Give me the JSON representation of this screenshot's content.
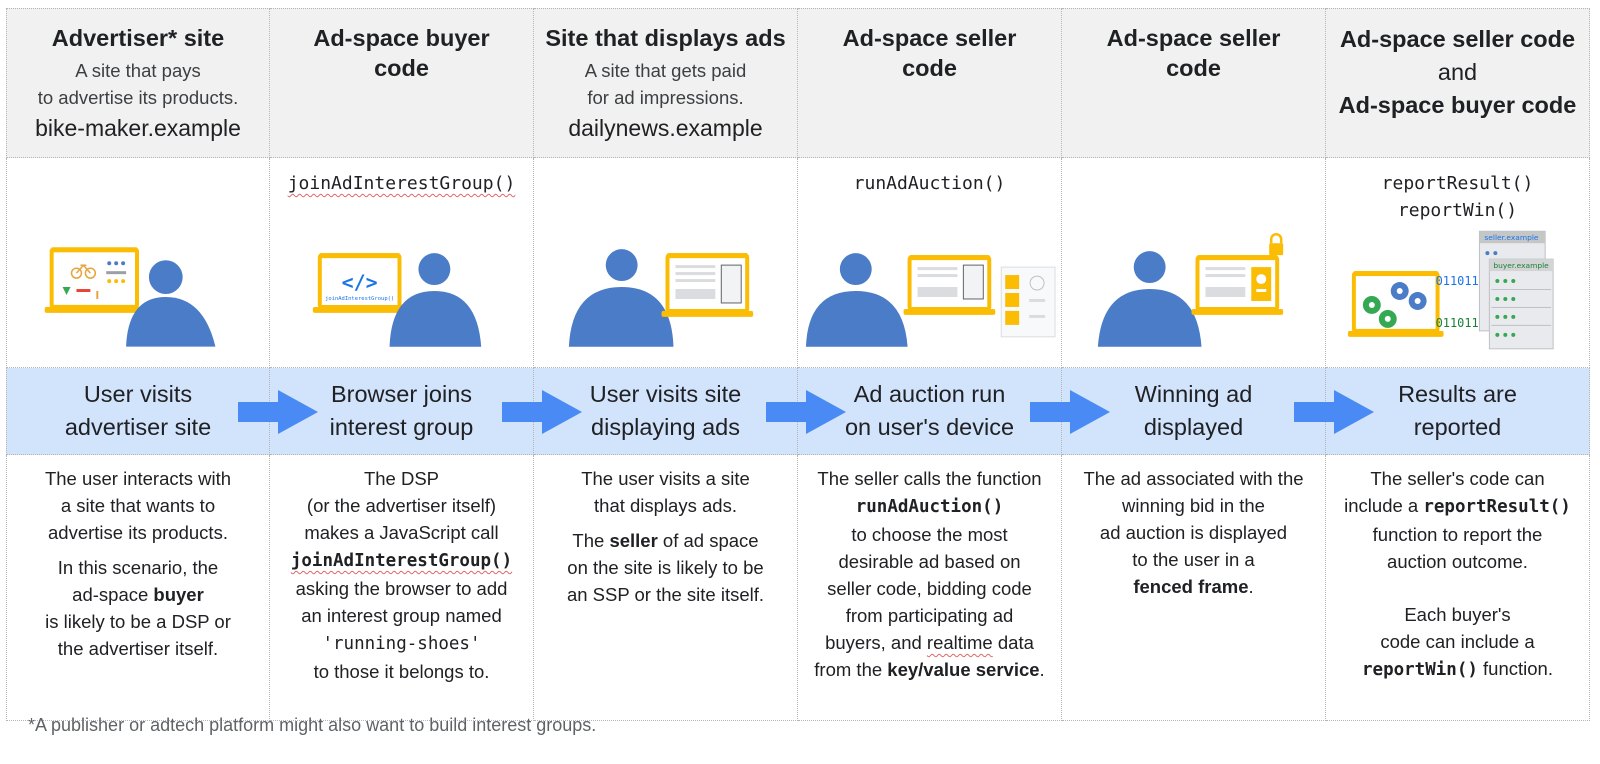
{
  "columns": [
    {
      "title": "Advertiser* site",
      "subtitle_line1": "A site that pays",
      "subtitle_line2": "to advertise its products.",
      "domain": "bike-maker.example",
      "band_line1": "User visits",
      "band_line2": "advertiser site"
    },
    {
      "title_line1": "Ad-space buyer",
      "title_line2": "code",
      "code_line1": "joinAdInterestGroup()",
      "illus_label": "joinAdInterestGroup()",
      "band_line1": "Browser joins",
      "band_line2": "interest group"
    },
    {
      "title": "Site that displays ads",
      "subtitle_line1": "A site that gets paid",
      "subtitle_line2": "for ad impressions.",
      "domain": "dailynews.example",
      "band_line1": "User visits site",
      "band_line2": "displaying ads"
    },
    {
      "title_line1": "Ad-space seller",
      "title_line2": "code",
      "code_line1": "runAdAuction()",
      "band_line1": "Ad auction run",
      "band_line2": "on user's device"
    },
    {
      "title_line1": "Ad-space seller",
      "title_line2": "code",
      "band_line1": "Winning ad",
      "band_line2": "displayed"
    },
    {
      "title_line1": "Ad-space seller code",
      "title_line2": "and",
      "title_line3": "Ad-space buyer code",
      "code_line1": "reportResult()",
      "code_line2": "reportWin()",
      "server1": "seller.example",
      "server2": "buyer.example",
      "binary1": "0110111",
      "binary2": "0110111",
      "band_line1": "Results are",
      "band_line2": "reported"
    }
  ],
  "desc": {
    "c1": {
      "p1_l1": "The user interacts with",
      "p1_l2": "a site that wants to",
      "p1_l3": "advertise its products.",
      "p2_l1": "In this scenario, the",
      "p2_l2a": "ad-space ",
      "p2_l2b": "buyer",
      "p2_l3": "is likely to be a DSP or",
      "p2_l4": "the advertiser itself."
    },
    "c2": {
      "l1": "The DSP",
      "l2": "(or the advertiser itself)",
      "l3": "makes a JavaScript call",
      "l4": "joinAdInterestGroup()",
      "l5": "asking the browser to add",
      "l6": "an interest group named",
      "l7": "'running-shoes'",
      "l8": "to those it belongs to."
    },
    "c3": {
      "p1_l1": "The user visits a site",
      "p1_l2": "that displays ads.",
      "p2_l1a": "The ",
      "p2_l1b": "seller",
      "p2_l1c": " of ad space",
      "p2_l2": "on the site is likely to be",
      "p2_l3": "an SSP or the site itself."
    },
    "c4": {
      "l1": "The seller calls the function",
      "l2": "runAdAuction()",
      "l3": "to choose the most",
      "l4": "desirable ad based on",
      "l5": "seller code, bidding code",
      "l6": "from participating ad",
      "l7a": "buyers, and ",
      "l7b": "realtime",
      "l7c": " data",
      "l8a": "from the ",
      "l8b": "key/value service",
      "l8c": "."
    },
    "c5": {
      "l1": "The ad associated with the",
      "l2": "winning bid in the",
      "l3": "ad auction is displayed",
      "l4": "to the user in a",
      "l5b": "fenced frame",
      "l5c": "."
    },
    "c6": {
      "p1_l1": "The seller's code can",
      "p1_l2a": "include a ",
      "p1_l2b": "reportResult()",
      "p1_l3": "function to report the",
      "p1_l4": "auction outcome.",
      "p2_l1": "Each buyer's",
      "p2_l2": "code can include a",
      "p2_l3a": "reportWin()",
      "p2_l3b": " function."
    }
  },
  "footnote": "*A publisher or adtech platform might also want to build interest groups.",
  "colors": {
    "header_bg": "#f1f1f1",
    "band_bg": "#d2e3fc",
    "arrow": "#4a8af4",
    "person": "#4a7cc7",
    "laptop_frame": "#fbbc04",
    "gear_green": "#34a853"
  }
}
